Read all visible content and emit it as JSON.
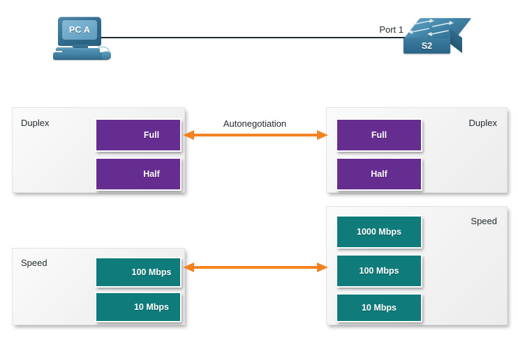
{
  "topology": {
    "pc": {
      "name": "PC A",
      "icon": "desktop-computer-icon"
    },
    "switch": {
      "name": "S2",
      "icon": "network-switch-icon"
    },
    "port_label": "Port 1",
    "link": "ethernet-link"
  },
  "negotiation": {
    "duplex_arrow_label": "Autonegotiation",
    "speed_arrow_label": "",
    "arrow_color": "#F58220"
  },
  "panels": {
    "duplex_left": {
      "title": "Duplex",
      "title_side": "left",
      "color": "#662D91",
      "options": [
        "Full",
        "Half"
      ],
      "selected": "Full"
    },
    "duplex_right": {
      "title": "Duplex",
      "title_side": "right",
      "color": "#662D91",
      "options": [
        "Full",
        "Half"
      ],
      "selected": "Full"
    },
    "speed_left": {
      "title": "Speed",
      "title_side": "left",
      "color": "#0F7B7B",
      "options": [
        "100 Mbps",
        "10 Mbps"
      ],
      "selected": "100 Mbps"
    },
    "speed_right": {
      "title": "Speed",
      "title_side": "right",
      "color": "#0F7B7B",
      "options": [
        "1000 Mbps",
        "100 Mbps",
        "10 Mbps"
      ],
      "selected": "100 Mbps"
    }
  }
}
